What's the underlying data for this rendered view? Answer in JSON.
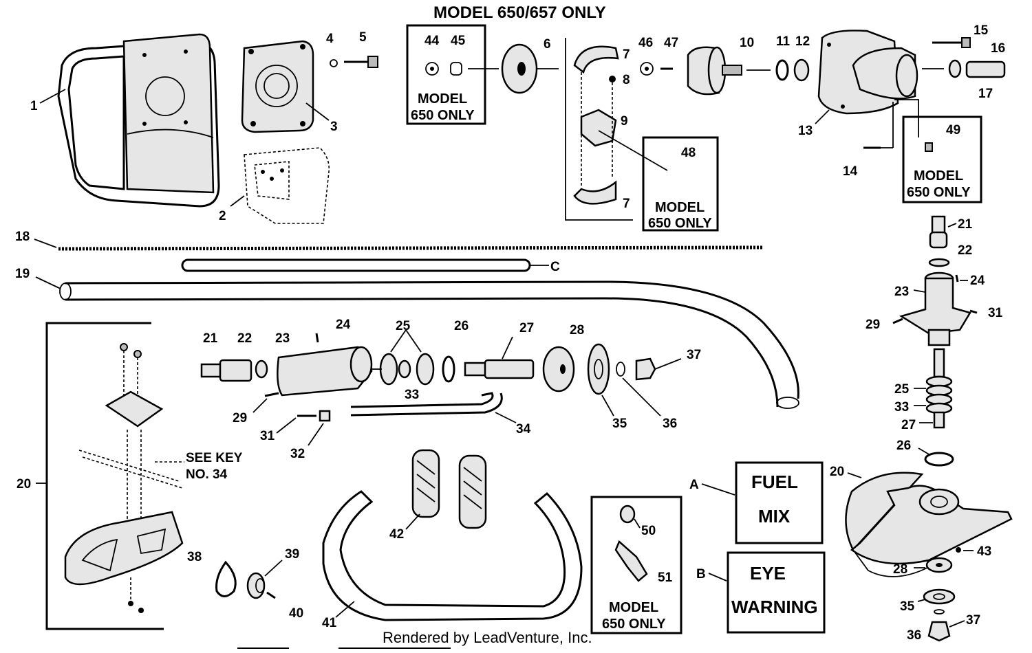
{
  "title": "MODEL 650/657 ONLY",
  "footer": "Rendered by LeadVenture, Inc.",
  "callouts": {
    "n1": "1",
    "n2": "2",
    "n3": "3",
    "n4": "4",
    "n5": "5",
    "n6": "6",
    "n7a": "7",
    "n7b": "7",
    "n8": "8",
    "n9": "9",
    "n10": "10",
    "n11": "11",
    "n12": "12",
    "n13": "13",
    "n14": "14",
    "n15": "15",
    "n16": "16",
    "n17": "17",
    "n18": "18",
    "n19": "19",
    "nC": "C",
    "n20a": "20",
    "n20b": "20",
    "n21a": "21",
    "n22a": "22",
    "n23a": "23",
    "n24a": "24",
    "n25a": "25",
    "n26a": "26",
    "n27a": "27",
    "n28a": "28",
    "n29a": "29",
    "n31a": "31",
    "n32": "32",
    "n33a": "33",
    "n34": "34",
    "n35a": "35",
    "n36a": "36",
    "n37a": "37",
    "n21b": "21",
    "n22b": "22",
    "n23b": "23",
    "n24b": "24",
    "n29b": "29",
    "n31b": "31",
    "n25b": "25",
    "n33b": "33",
    "n27b": "27",
    "n26b": "26",
    "n43": "43",
    "n28b": "28",
    "n35b": "35",
    "n36b": "36",
    "n37b": "37",
    "n38": "38",
    "n39": "39",
    "n40": "40",
    "n41": "41",
    "n42": "42",
    "n44": "44",
    "n45": "45",
    "n46": "46",
    "n47": "47",
    "n48": "48",
    "n49": "49",
    "n50": "50",
    "n51": "51",
    "nA": "A",
    "nB": "B"
  },
  "boxes": {
    "b1": {
      "line1": "MODEL",
      "line2": "650 ONLY"
    },
    "b2": {
      "line1": "MODEL",
      "line2": "650 ONLY"
    },
    "b3": {
      "line1": "MODEL",
      "line2": "650 ONLY"
    },
    "b4": {
      "line1": "MODEL",
      "line2": "650 ONLY"
    }
  },
  "decals": {
    "fuel": {
      "line1": "FUEL",
      "line2": "MIX"
    },
    "eye": {
      "line1": "EYE",
      "line2": "WARNING"
    }
  },
  "see_key": {
    "line1": "SEE  KEY",
    "line2": "NO.  34"
  },
  "icons": [
    "trimmer-engine-part-icons"
  ]
}
